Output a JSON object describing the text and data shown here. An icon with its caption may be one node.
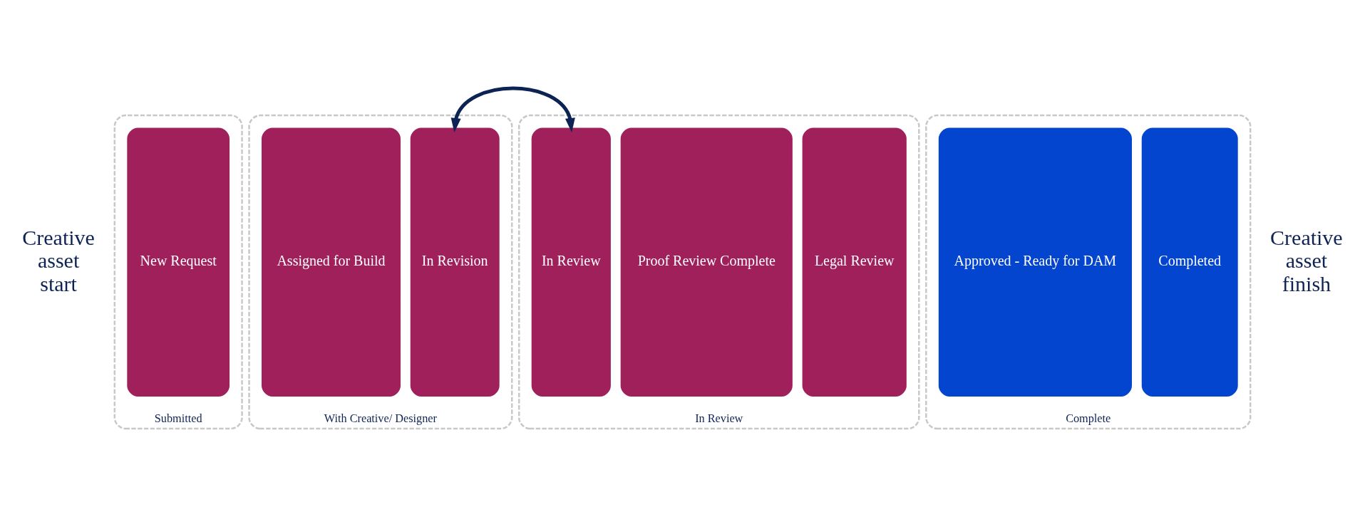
{
  "diagram": {
    "nodes": [
      {
        "text": [
          "Submitted"
        ]
      },
      {
        "text": [
          "New Request"
        ],
        "in": 0
      },
      {
        "text": [
          "With Creative/ Designer"
        ]
      },
      {
        "text": [
          "Assigned for Build"
        ],
        "in": 2
      },
      {
        "text": [
          "In Revision"
        ],
        "in": 2
      },
      {
        "text": [
          "In Review"
        ]
      },
      {
        "text": [
          "In Review"
        ],
        "in": 5
      },
      {
        "text": [
          "Proof Review Complete"
        ],
        "in": 5
      },
      {
        "text": [
          "Legal Review"
        ],
        "in": 5
      },
      {
        "text": [
          "Complete"
        ]
      },
      {
        "text": [
          "Approved - Ready for DAM"
        ],
        "in": 9
      },
      {
        "text": [
          "Completed"
        ],
        "in": 9
      }
    ],
    "edges": [
      {
        "from": 4,
        "to": 6,
        "arrow": "both"
      }
    ],
    "labels": [
      "Creative asset start",
      "Creative asset finish"
    ]
  }
}
